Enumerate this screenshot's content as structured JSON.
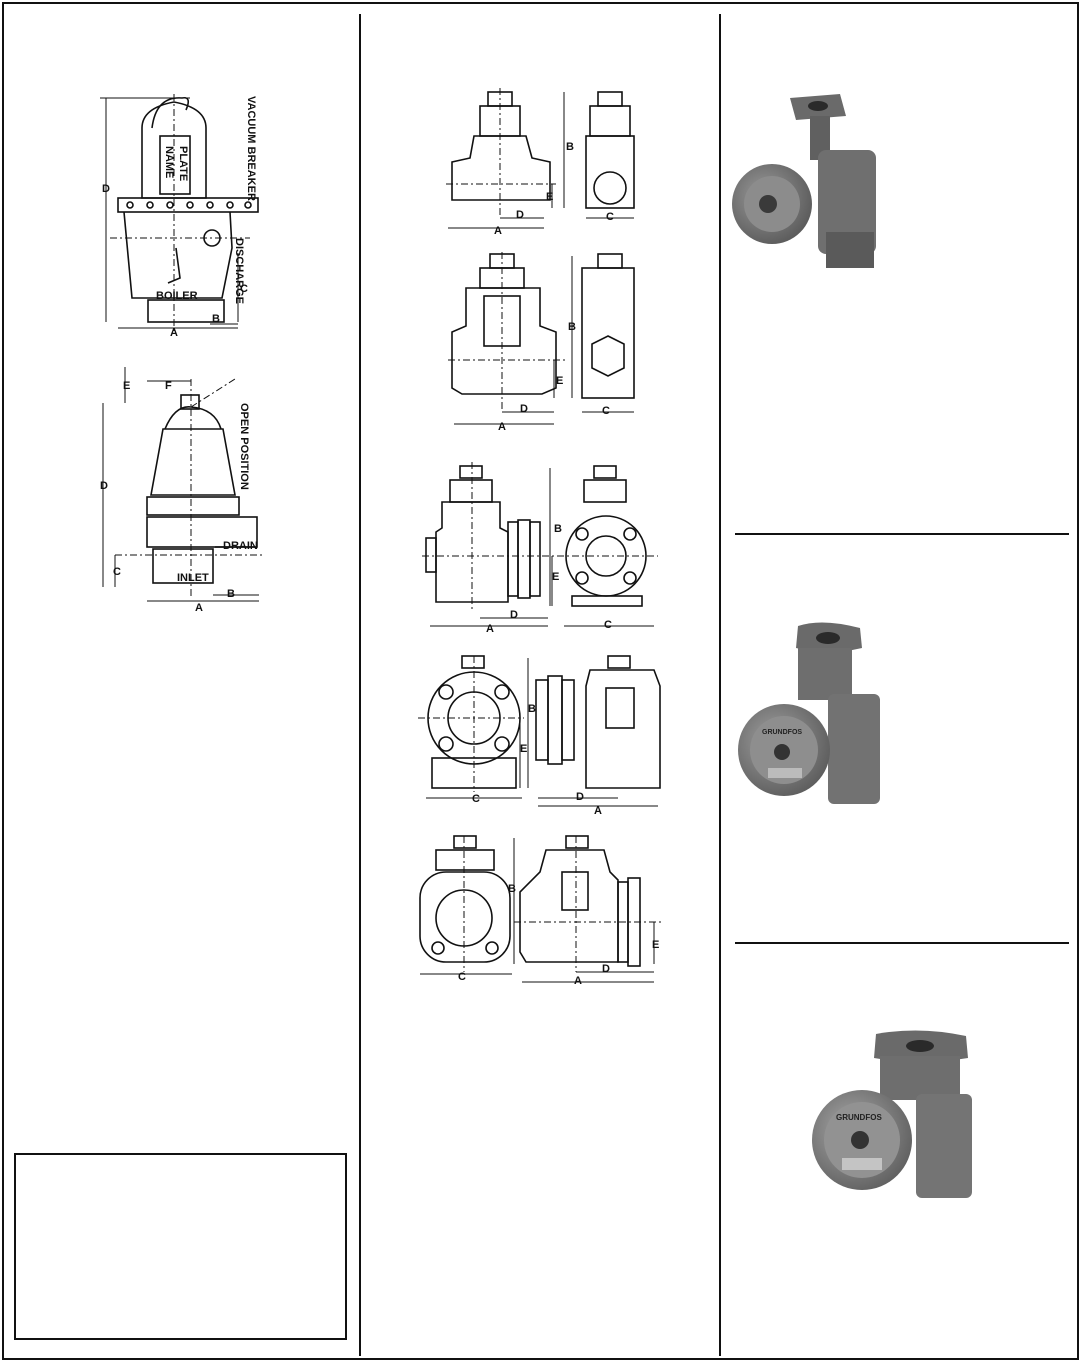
{
  "figures": {
    "relief_valve_1": {
      "labels": {
        "vacuum_breaker": "VACUUM BREAKER",
        "name_plate_line1": "NAME",
        "name_plate_line2": "PLATE",
        "discharge": "DISCHARGE",
        "boiler": "BOILER",
        "dim_a": "A",
        "dim_b": "B",
        "dim_c": "C",
        "dim_d": "D"
      }
    },
    "relief_valve_2": {
      "labels": {
        "open_position": "OPEN POSITION",
        "drain": "DRAIN",
        "inlet": "INLET",
        "dim_a": "A",
        "dim_b": "B",
        "dim_c": "C",
        "dim_d": "D",
        "dim_e": "E",
        "dim_f": "F"
      }
    },
    "trap_1": {
      "labels": {
        "dim_a": "A",
        "dim_b": "B",
        "dim_c": "C",
        "dim_d": "D",
        "dim_e": "E"
      }
    },
    "trap_2": {
      "labels": {
        "dim_a": "A",
        "dim_b": "B",
        "dim_c": "C",
        "dim_d": "D",
        "dim_e": "E"
      }
    },
    "trap_3": {
      "labels": {
        "dim_a": "A",
        "dim_b": "B",
        "dim_c": "C",
        "dim_d": "D",
        "dim_e": "E"
      }
    },
    "trap_4": {
      "labels": {
        "dim_a": "A",
        "dim_b": "B",
        "dim_c": "C",
        "dim_d": "D",
        "dim_e": "E"
      }
    },
    "trap_5": {
      "labels": {
        "dim_a": "A",
        "dim_b": "B",
        "dim_c": "C",
        "dim_d": "D",
        "dim_e": "E"
      }
    }
  },
  "pumps": {
    "pump_2_brand": "GRUNDFOS",
    "pump_3_brand": "GRUNDFOS"
  },
  "colors": {
    "ink": "#111111",
    "pump_body": "#6e6e6e"
  }
}
